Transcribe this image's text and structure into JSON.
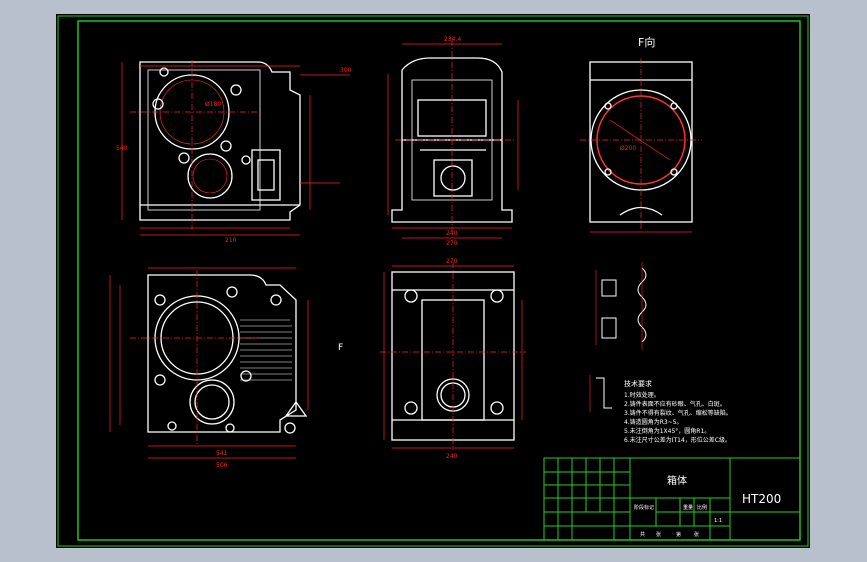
{
  "colors": {
    "viewport_bg": "#b7c0cc",
    "paper": "#000000",
    "frame": "#1fd11f",
    "outline": "#ffffff",
    "dimension": "#ff2020",
    "center_line": "#ff3030"
  },
  "view_labels": {
    "f_view": "F向",
    "section_mark": "F"
  },
  "tech_requirements": {
    "heading": "技术要求",
    "items": [
      "1.时效处理。",
      "2.铸件表面不应有砂眼、气孔、白斑。",
      "3.铸件不得有裂纹、气孔、缩松等缺陷。",
      "4.铸造圆角为R3~5。",
      "5.未注倒角为1X45°，圆角R1。",
      "6.未注尺寸公差为IT14，形位公差C级。"
    ]
  },
  "title_block": {
    "part_name": "箱体",
    "material": "HT200",
    "scale": "1:1",
    "stage_label": "阶段标记",
    "weight_label": "重量",
    "scale_label": "比例",
    "sheet_labels": [
      "共",
      "张",
      "第",
      "张"
    ]
  },
  "dimensions": {
    "top_left_1": "Ø180",
    "top_left_2": "210",
    "top_left_3": "540",
    "top_left_4": "300",
    "top_mid_1": "234.4",
    "top_mid_2": "240",
    "top_mid_3": "270",
    "bottom_left_1": "541",
    "bottom_left_2": "506",
    "bottom_mid_1": "270",
    "bottom_mid_2": "240",
    "right_1": "Ø200"
  }
}
